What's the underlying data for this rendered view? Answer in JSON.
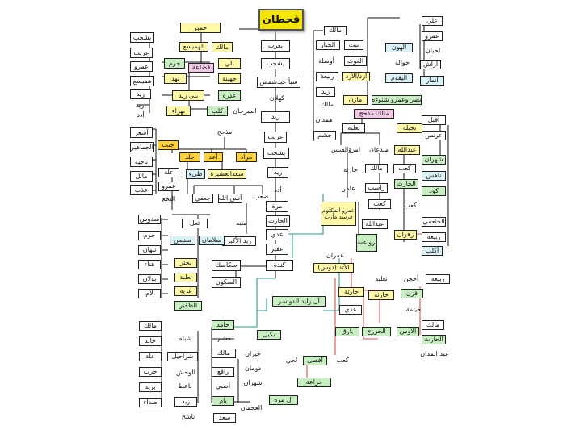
{
  "colors": {
    "dark_line": "#111111",
    "teal_line": "#2a9d8f",
    "red_line": "#d9534f",
    "yellow": "#fff9a8",
    "green": "#c8efc2",
    "blue": "#d9f2f7",
    "pink": "#f3c8e6",
    "gold": "#f5e600"
  },
  "nodes": {
    "root": "قحطان",
    "yarub": "يعرب",
    "yashjub1": "يشجب",
    "saba": "سبأ عبدشمس",
    "kahlan": "كهلان",
    "zaid1": "زيد",
    "arib": "عريب",
    "yashjub2": "يشجب",
    "zaid2": "زيد",
    "udad": "أدد",
    "murra": "مرة",
    "harith1": "الحارث",
    "adi1": "عدي",
    "ufair": "عفير",
    "kinda": "كندة",
    "sakasik": "سكاسك",
    "sakun": "السكون",
    "himyar": "حمير",
    "malik1": "مالك",
    "hamaysa": "الهميسع",
    "quda": "قضاعة",
    "baly": "بلي",
    "jarm1": "جرم",
    "juhayna": "جهينة",
    "nahd": "نهد",
    "bani_zaid": "بني زيد",
    "udhra": "عذرة",
    "bahra": "بهراء",
    "kalb": "كلب",
    "sarhan": "السرحان",
    "l_yashjub": "يشجب",
    "l_arib": "عريب",
    "l_amr": "عمرو",
    "l_hamaysa": "هميسع",
    "l_zaid": "زيد",
    "l_zaid2": "زيد",
    "l_udad": "أدد",
    "ashar": "أشعر",
    "jamahir": "الجماهير",
    "najia": "ناجية",
    "mael": "مائل",
    "adhab": "عذب",
    "madhij": "مذحج",
    "jinb": "جنب",
    "jald": "جلد",
    "aid": "أعد",
    "murad": "مراد",
    "ulah": "علة",
    "amr2": "عمرو",
    "nakha": "النخع",
    "tayy": "طيء",
    "saad_ashira": "سعدالعشيرة",
    "sab": "صعب",
    "anas": "أنس الله",
    "jufi": "جعفي",
    "munabbih": "منبه",
    "zaid_akbar": "زيد الأكبر",
    "sadus": "سدوس",
    "jurm2": "جرم",
    "nabhan": "نبهان",
    "hunaa": "هناء",
    "bawlan": "بولان",
    "lam": "لام",
    "thual": "ثعل",
    "salaman": "سلامان",
    "sanbas": "سنبس",
    "buhtur": "بحتر",
    "thalaba1": "ثعلبة",
    "ghaziya": "غزية",
    "dhafir": "الظفير",
    "malik2": "مالك",
    "nabt": "نبت",
    "khiyar": "الخيار",
    "ghawth": "الغوث",
    "awsala": "أوسلة",
    "azd": "أزد/الأزد",
    "rabia1": "ربيعة",
    "zaid3": "زيد",
    "malik3": "مالك",
    "mazin": "مازن",
    "nasr": "نصر وعمرو شنوءة",
    "hamdan": "همدان",
    "jusham": "جشم",
    "madhij_malik": "مالك مذحج",
    "bajila": "بجيلة",
    "thalaba2": "ثعلبة",
    "imru": "امرؤالقيس",
    "mabdan": "مبدعان",
    "abdallah1": "عبدالله",
    "haritha1": "حارثة",
    "malik4": "مالك",
    "kab1": "كعب",
    "rasib": "راسب",
    "amir": "عامر",
    "kab2": "كعب",
    "amr_maziqiya": "عمرو المكلوم فرسد مأرب",
    "abdallah2": "عبدالله",
    "amr_ghassan": "عمرو غسان",
    "zahran": "زهران",
    "imran": "عمران",
    "ats": "الأتد (دوس)",
    "ali": "علي",
    "amr3": "عمرو",
    "lihyan": "لحيان",
    "arash": "أراش",
    "anmar": "أنمار",
    "hawala": "حوالة",
    "hawn": "الهون",
    "yaqum": "اليقوم",
    "afal": "أقبل",
    "arnas": "عرنس",
    "shahran": "شهران",
    "nahis": "ناهس",
    "harith2": "الحارث",
    "kawd": "كود",
    "kab3": "كعب",
    "khathami": "الخثعمي",
    "rabia2": "ربيعة",
    "aklab": "أكلب",
    "rabia3": "ربيعة",
    "ahjan": "أحجن",
    "qarn": "قرن",
    "khaytham": "خيثمة",
    "malik5": "مالك",
    "harith3": "الحارث",
    "abdmadan": "عبد المدان",
    "thalaba3": "ثعلبة",
    "haritha2": "حارثة",
    "haritha3": "حارثة",
    "adi2": "عدي",
    "aws": "الأوس",
    "khazraj": "الخزرج",
    "bariq": "بارق",
    "al_zaid": "آل زايد الدواسر",
    "hamid": "حامد",
    "bakil": "بكيل",
    "jusham2": "جشم",
    "malik6": "مالك",
    "khayran": "خيران",
    "duman": "دومان",
    "shahran2": "شهران",
    "khuzaa": "خزاعة",
    "afsa": "أفصى",
    "luhay": "لحي",
    "kab4": "كعب",
    "al_murra": "آل مره",
    "malik7": "مالك",
    "khalid": "خالد",
    "ulah2": "علة",
    "harb": "حرب",
    "yazid": "يزيد",
    "sadaa": "صداء",
    "shibam": "شبام",
    "sharahil": "شراحيل",
    "wuhsh": "الوحش",
    "naet": "ناعط",
    "zaid4": "زيد",
    "nashih": "ناشح",
    "raqi": "رافع",
    "asbi": "أصبي",
    "yam": "يام",
    "ajman": "العجمان",
    "saad": "سعد"
  }
}
